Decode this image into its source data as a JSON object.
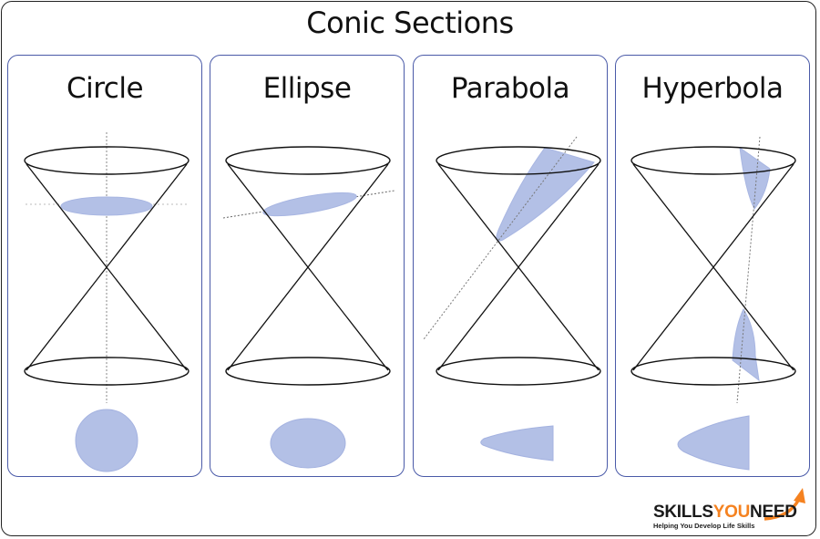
{
  "title": "Conic Sections",
  "colors": {
    "section_fill": "#b3c0e6",
    "section_stroke": "#9aa8dc",
    "panel_border": "#4a5aa8",
    "cone_stroke": "#111111",
    "axis_dotted": "#888888",
    "logo_orange": "#f58220",
    "logo_dark": "#1a1a1a"
  },
  "panels": [
    {
      "label": "Circle",
      "section": "circle",
      "result_shape": "circle"
    },
    {
      "label": "Ellipse",
      "section": "ellipse",
      "result_shape": "ellipse"
    },
    {
      "label": "Parabola",
      "section": "parabola",
      "result_shape": "parabola"
    },
    {
      "label": "Hyperbola",
      "section": "hyperbola",
      "result_shape": "hyperbola-branch"
    }
  ],
  "logo": {
    "word_dark_1": "SKILLS",
    "word_orange": "YOU",
    "word_dark_2": "NEED",
    "tagline": "Helping You Develop Life Skills",
    "icon": "upward-arrow-icon"
  }
}
